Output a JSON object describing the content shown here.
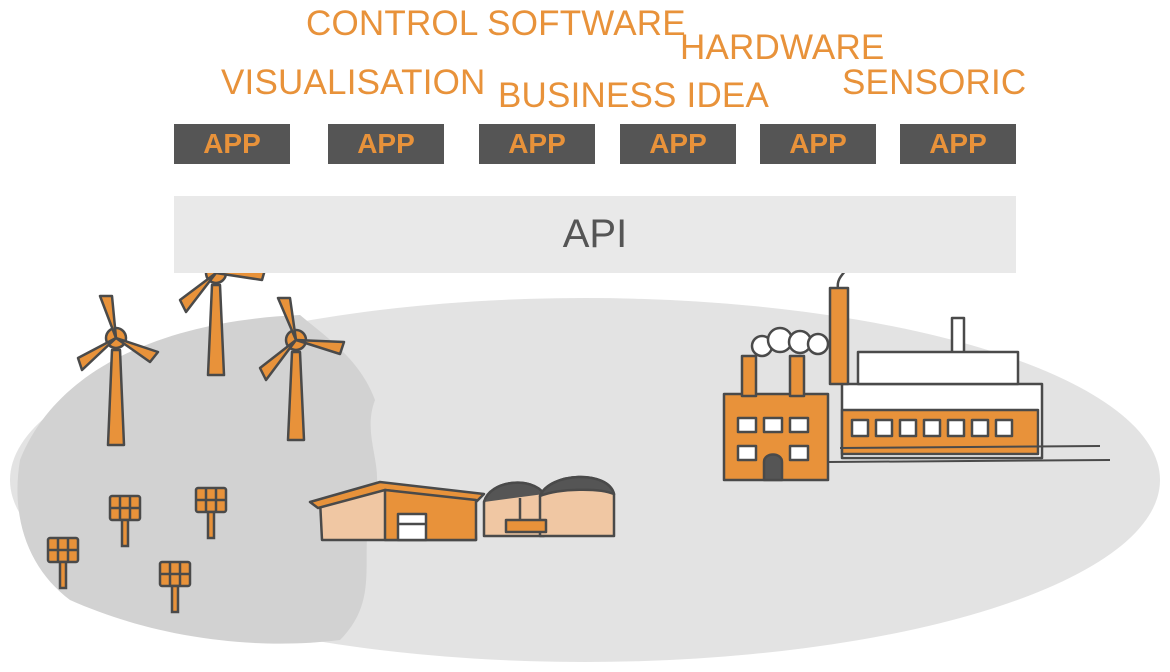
{
  "labels": {
    "control_software": "CONTROL SOFTWARE",
    "hardware": "HARDWARE",
    "visualisation": "VISUALISATION",
    "business_idea": "BUSINESS IDEA",
    "sensoric": "SENSORIC"
  },
  "apps": [
    "APP",
    "APP",
    "APP",
    "APP",
    "APP",
    "APP"
  ],
  "api": "API",
  "colors": {
    "accent": "#e8923a",
    "app_box": "#555555",
    "api_bar": "#e9e9e9",
    "ground": "#e3e3e3",
    "ground_shadow": "#d2d2d2",
    "outline": "#4a4a4a"
  },
  "icons": [
    "wind-turbine-icon",
    "solar-panel-icon",
    "barn-icon",
    "biogas-plant-icon",
    "factory-icon"
  ]
}
